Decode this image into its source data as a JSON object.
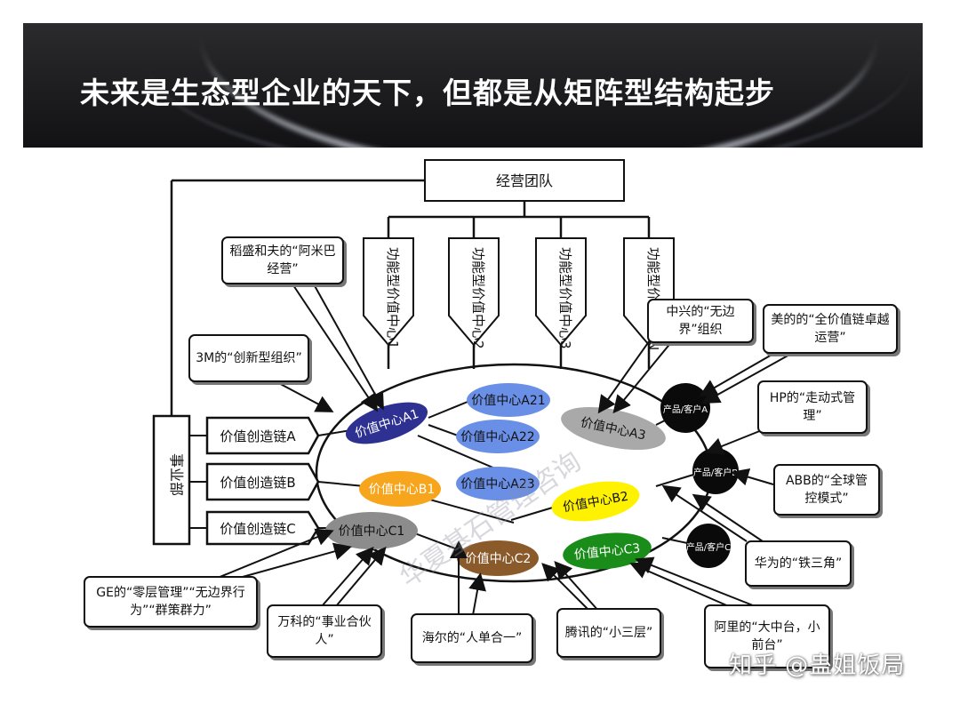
{
  "title": "未来是生态型企业的天下，但都是从矩阵型结构起步",
  "top_node": "经营团队",
  "division": "事业部",
  "functional_centers": [
    "功能型价值中心1",
    "功能型价值中心2",
    "功能型价值中心3",
    "功能型价值中心N"
  ],
  "chains": [
    "价值创造链A",
    "价值创造链B",
    "价值创造链C"
  ],
  "value_centers": [
    {
      "label": "价值中心A1",
      "color": "#2e3192"
    },
    {
      "label": "价值中心A21",
      "color": "#6a8fe6"
    },
    {
      "label": "价值中心A22",
      "color": "#6a8fe6"
    },
    {
      "label": "价值中心A23",
      "color": "#6a8fe6"
    },
    {
      "label": "价值中心A3",
      "color": "#a9a9a9"
    },
    {
      "label": "价值中心B1",
      "color": "#f7a51c"
    },
    {
      "label": "价值中心B2",
      "color": "#fff200"
    },
    {
      "label": "价值中心C1",
      "color": "#8c8c8c"
    },
    {
      "label": "价值中心C2",
      "color": "#8b5a2b"
    },
    {
      "label": "价值中心C3",
      "color": "#1a8c1a"
    }
  ],
  "customers": [
    {
      "label": "产品/客户A"
    },
    {
      "label": "产品/客户B"
    },
    {
      "label": "产品/客户C"
    }
  ],
  "callouts": {
    "inamori": "稻盛和夫的“阿米巴经营”",
    "3m": "3M的“创新型组织”",
    "zte": "中兴的“无边界”组织",
    "midea": "美的的“全价值链卓越运营”",
    "hp": "HP的“走动式管理”",
    "abb": "ABB的“全球管控模式”",
    "huawei": "华为的“铁三角”",
    "alibaba": "阿里的“大中台，小前台”",
    "tencent": "腾讯的“小三层”",
    "haier": "海尔的“人单合一”",
    "vanke": "万科的“事业合伙人”",
    "ge": "GE的“零层管理”“无边界行为”“群策群力”"
  },
  "watermark": "知乎 @蛊姐饭局",
  "watermark_mid": "华夏基石管理咨询"
}
